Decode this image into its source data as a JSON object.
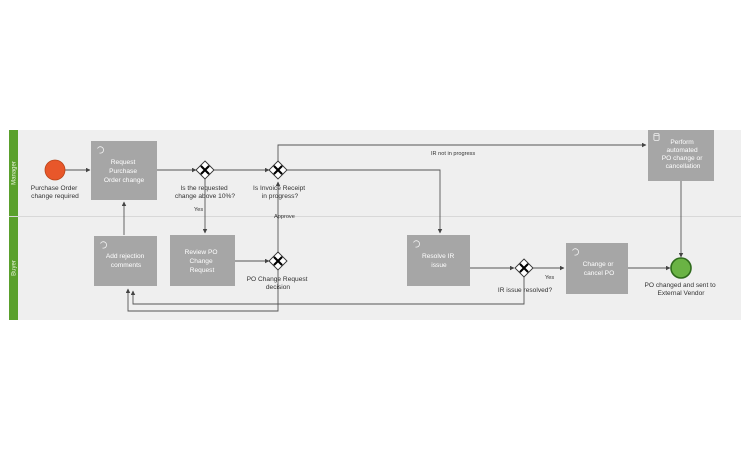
{
  "lanes": {
    "manager": "Manager",
    "buyer": "Buyer"
  },
  "events": {
    "start": [
      "Purchase Order",
      "change required"
    ],
    "end": [
      "PO changed and sent to",
      "External Vendor"
    ]
  },
  "tasks": {
    "request_po_change": [
      "Request",
      "Purchase",
      "Order change"
    ],
    "perform_automated": [
      "Perform",
      "automated",
      "PO change or",
      "cancellation"
    ],
    "add_rejection": [
      "Add rejection",
      "comments"
    ],
    "review_po": [
      "Review PO",
      "Change",
      "Request"
    ],
    "resolve_ir": [
      "Resolve IR",
      "issue"
    ],
    "change_cancel": [
      "Change or",
      "cancel PO"
    ]
  },
  "gateways": {
    "above_10": [
      "Is the requested",
      "change above 10%?"
    ],
    "invoice_receipt": [
      "Is Invoice Receipt",
      "in progress?"
    ],
    "po_change_decision": [
      "PO Change Request",
      "decision"
    ],
    "ir_resolved": [
      "IR issue resolved?"
    ]
  },
  "flow_labels": {
    "yes_review": "Yes",
    "approve": "Approve",
    "ir_not_in_progress": "IR not in progress",
    "yes_resolved": "Yes"
  },
  "colors": {
    "start_event": "#e8572a",
    "end_event": "#6ab344",
    "lane_bar": "#5aa02c",
    "task": "#a6a6a6"
  }
}
